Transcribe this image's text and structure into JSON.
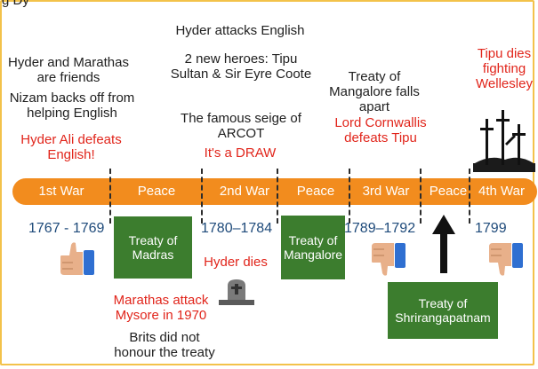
{
  "top_fragment": "g Dy",
  "events": {
    "hyder_attacks": "Hyder attacks English",
    "hyder_marathas": "Hyder and Marathas are friends",
    "nizam_backs_off": "Nizam backs off from helping English",
    "hyder_defeats": "Hyder Ali defeats English!",
    "new_heroes": "2 new heroes: Tipu Sultan & Sir Eyre Coote",
    "siege_arcot": "The famous seige of ARCOT",
    "draw": "It's a DRAW",
    "mangalore_apart": "Treaty of Mangalore falls apart",
    "cornwallis": "Lord Cornwallis defeats Tipu",
    "tipu_dies": "Tipu dies fighting Wellesley",
    "hyder_dies": "Hyder dies",
    "marathas_attack": "Marathas attack Mysore in 1970",
    "brits": "Brits did not honour the treaty"
  },
  "timeline": {
    "segments": [
      "1st War",
      "Peace",
      "2nd War",
      "Peace",
      "3rd War",
      "Peace",
      "4th War"
    ]
  },
  "years": {
    "first": "1767 - 1769",
    "second": "1780–1784",
    "third": "1789–1792",
    "fourth": "1799"
  },
  "treaties": {
    "madras": "Treaty of Madras",
    "mangalore": "Treaty of Mangalore",
    "shrirangapatnam": "Treaty of Shrirangapatnam"
  },
  "icons": [
    "thumbs-up-icon",
    "thumbs-down-icon",
    "arrow-up-icon",
    "gravestone-icon",
    "swords-icon"
  ],
  "colors": {
    "bar": "#f28c1e",
    "treaty_box": "#3c7d2e",
    "red_text": "#e1251b",
    "year_text": "#1e4a7a",
    "thumb_skin": "#e8b08a",
    "thumb_cuff": "#2f6fd1"
  }
}
